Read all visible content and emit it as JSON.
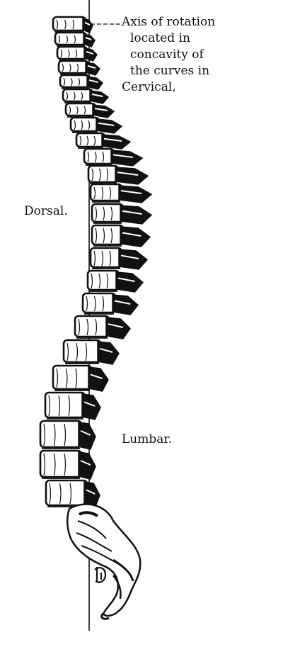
{
  "axis_annotation": {
    "lines": [
      "Axis of rotation",
      "located in",
      "concavity of",
      "the curves in",
      "Cervical,"
    ]
  },
  "region_labels": {
    "dorsal": "Dorsal.",
    "lumbar": "Lumbar."
  },
  "colors": {
    "ink": "#111111",
    "paper": "#ffffff"
  }
}
